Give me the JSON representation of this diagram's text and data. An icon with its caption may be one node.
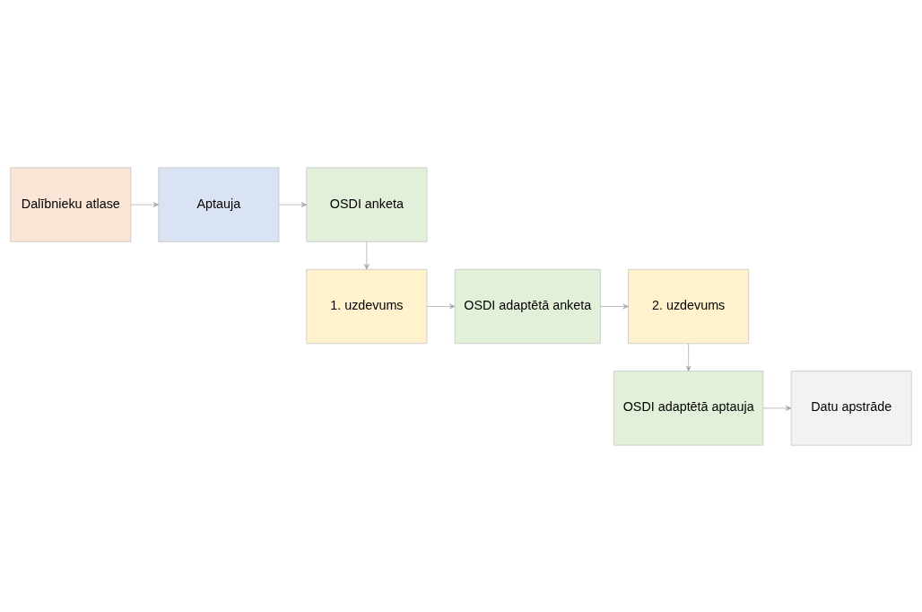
{
  "diagram": {
    "nodes": [
      {
        "text": [
          "Dalībnieku atlase"
        ]
      },
      {
        "text": [
          "Aptauja"
        ]
      },
      {
        "text": [
          "OSDI anketa"
        ]
      },
      {
        "text": [
          "1. uzdevums"
        ]
      },
      {
        "text": [
          "OSDI adaptētā anketa"
        ]
      },
      {
        "text": [
          "2. uzdevums"
        ]
      },
      {
        "text": [
          "OSDI adaptētā aptauja"
        ]
      },
      {
        "text": [
          "Datu apstrāde"
        ]
      }
    ],
    "edges": [
      {
        "from": 0,
        "to": 1,
        "arrow": "to"
      },
      {
        "from": 1,
        "to": 2,
        "arrow": "to"
      },
      {
        "from": 2,
        "to": 3,
        "arrow": "to"
      },
      {
        "from": 3,
        "to": 4,
        "arrow": "to"
      },
      {
        "from": 4,
        "to": 5,
        "arrow": "to"
      },
      {
        "from": 5,
        "to": 6,
        "arrow": "to"
      },
      {
        "from": 6,
        "to": 7,
        "arrow": "to"
      }
    ]
  }
}
